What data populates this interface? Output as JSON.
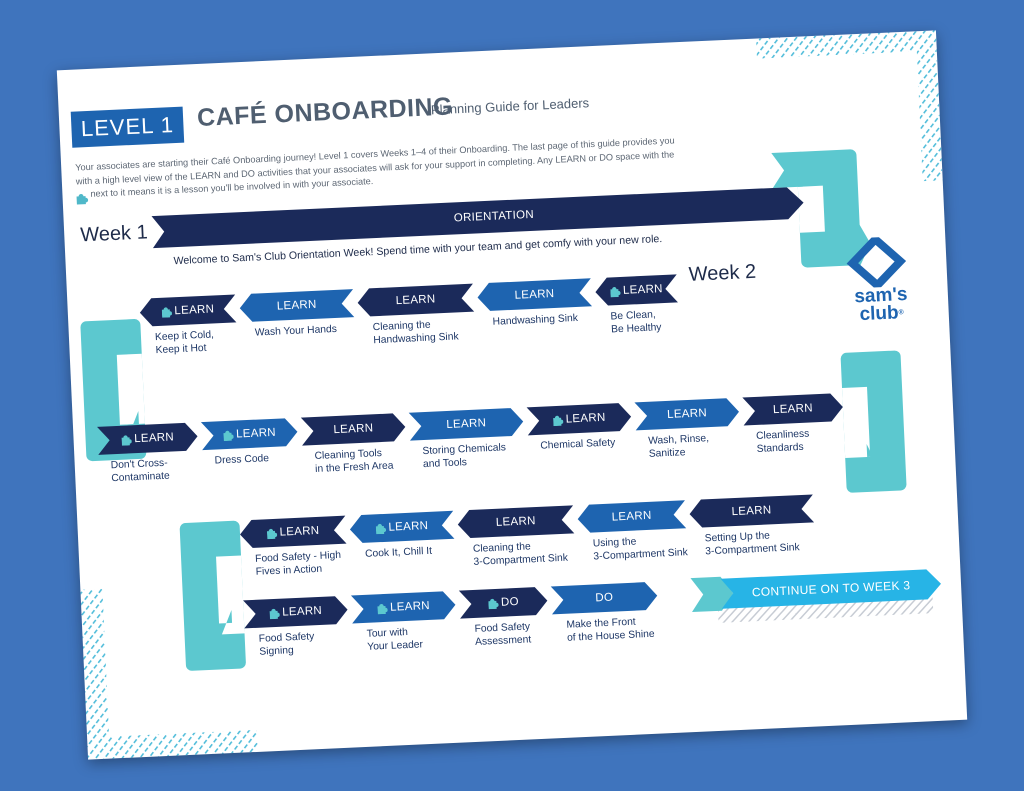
{
  "header": {
    "level_badge": "LEVEL 1",
    "title": "CAFÉ ONBOARDING",
    "subtitle": "Planning Guide for Leaders"
  },
  "intro": {
    "line1": "Your associates are starting their Café Onboarding journey! Level 1 covers Weeks 1–4 of their Onboarding. The last page of this guide provides you",
    "line2": "with a high level view of the LEARN and DO activities that your associates will ask for your support in completing. Any LEARN or DO space with the",
    "line3": "next to it means it is a lesson you'll be involved in with your associate."
  },
  "week1": {
    "label": "Week 1",
    "banner": "ORIENTATION",
    "description": "Welcome to Sam's Club Orientation Week! Spend time with your team and get comfy with your new role."
  },
  "week2": {
    "label": "Week 2"
  },
  "logo": {
    "line1": "sam's",
    "line2": "club",
    "mark": "®"
  },
  "colors": {
    "dark_navy": "#1b2a5a",
    "mid_blue": "#1e64b0",
    "accent_teal": "#5cc8cf",
    "cta_cyan": "#27b4e6"
  },
  "row1": [
    {
      "tag": "LEARN",
      "caption": [
        "Be Clean,",
        "Be Healthy"
      ]
    },
    {
      "tag": "LEARN",
      "caption": [
        "Handwashing Sink"
      ]
    },
    {
      "tag": "LEARN",
      "caption": [
        "Cleaning the",
        "Handwashing Sink"
      ]
    },
    {
      "tag": "LEARN",
      "caption": [
        "Wash Your Hands"
      ]
    },
    {
      "tag": "LEARN",
      "caption": [
        "Keep it Cold,",
        "Keep it Hot"
      ]
    }
  ],
  "row2": [
    {
      "tag": "LEARN",
      "caption": [
        "Don't Cross-",
        "Contaminate"
      ]
    },
    {
      "tag": "LEARN",
      "caption": [
        "Dress Code"
      ]
    },
    {
      "tag": "LEARN",
      "caption": [
        "Cleaning Tools",
        "in the Fresh Area"
      ]
    },
    {
      "tag": "LEARN",
      "caption": [
        "Storing Chemicals",
        "and Tools"
      ]
    },
    {
      "tag": "LEARN",
      "caption": [
        "Chemical Safety"
      ]
    },
    {
      "tag": "LEARN",
      "caption": [
        "Wash, Rinse,",
        "Sanitize"
      ]
    },
    {
      "tag": "LEARN",
      "caption": [
        "Cleanliness",
        "Standards"
      ]
    }
  ],
  "row3": [
    {
      "tag": "LEARN",
      "caption": [
        "Setting Up the",
        "3-Compartment Sink"
      ]
    },
    {
      "tag": "LEARN",
      "caption": [
        "Using the",
        "3-Compartment Sink"
      ]
    },
    {
      "tag": "LEARN",
      "caption": [
        "Cleaning the",
        "3-Compartment Sink"
      ]
    },
    {
      "tag": "LEARN",
      "caption": [
        "Cook It, Chill It"
      ]
    },
    {
      "tag": "LEARN",
      "caption": [
        "Food Safety - High",
        "Fives in Action"
      ]
    }
  ],
  "row4": [
    {
      "tag": "LEARN",
      "caption": [
        "Food Safety",
        "Signing"
      ]
    },
    {
      "tag": "LEARN",
      "caption": [
        "Tour with",
        "Your Leader"
      ]
    },
    {
      "tag": "DO",
      "caption": [
        "Food Safety",
        "Assessment"
      ]
    },
    {
      "tag": "DO",
      "caption": [
        "Make the Front",
        "of the House Shine"
      ]
    }
  ],
  "cta": {
    "label": "CONTINUE ON TO WEEK 3"
  }
}
